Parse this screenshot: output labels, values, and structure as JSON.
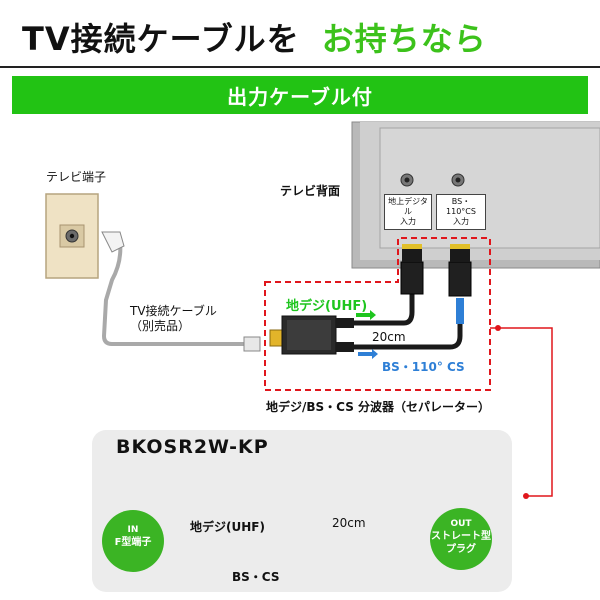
{
  "header": {
    "title_black": "TV接続ケーブルを",
    "title_green": "お持ちなら"
  },
  "banner": {
    "text": "出力ケーブル付"
  },
  "diagram": {
    "tv_terminal_label": "テレビ端子",
    "tv_back_label": "テレビ背面",
    "port_terrestrial": [
      "地上デジタル",
      "入力"
    ],
    "port_bs": [
      "BS・110°CS",
      "入力"
    ],
    "cable_label": [
      "TV接続ケーブル",
      "（別売品）"
    ],
    "uhf_label": "地デジ(UHF)",
    "bs_label": "BS・110°  CS",
    "length_label": "20cm",
    "separator_label": "地デジ/BS・CS 分波器（セパレーター）"
  },
  "product": {
    "model": "BKOSR2W-KP",
    "uhf_label": "地デジ(UHF)",
    "length_label": "20cm",
    "bs_label": "BS・CS",
    "badge_in": {
      "title": "IN",
      "text": "F型端子"
    },
    "badge_out": {
      "title": "OUT",
      "text_1": "ストレート型",
      "text_2": "プラグ"
    }
  },
  "colors": {
    "accent_green": "#22c314",
    "title_green": "#3cc21b",
    "badge_green": "#3bb424",
    "dashed_red": "#e0161c",
    "uhf_green": "#1ec51e",
    "bs_blue": "#2e7fd6"
  }
}
